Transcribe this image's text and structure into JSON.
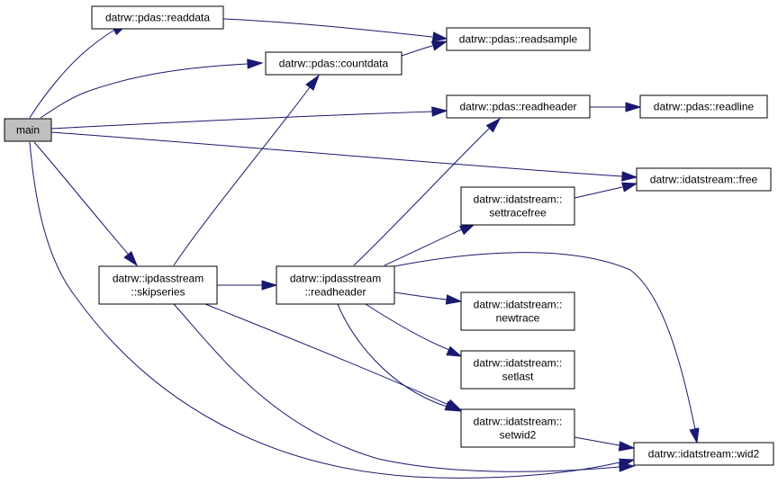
{
  "diagram": {
    "type": "call-graph",
    "edge_color": "#191970",
    "root_fill": "#bfbfbf",
    "node_fill": "#ffffff",
    "nodes": [
      {
        "id": "main",
        "lines": [
          "main"
        ],
        "root": true
      },
      {
        "id": "readdata",
        "lines": [
          "datrw::pdas::readdata"
        ]
      },
      {
        "id": "readsample",
        "lines": [
          "datrw::pdas::readsample"
        ]
      },
      {
        "id": "countdata",
        "lines": [
          "datrw::pdas::countdata"
        ]
      },
      {
        "id": "pdas-readheader",
        "lines": [
          "datrw::pdas::readheader"
        ]
      },
      {
        "id": "readline",
        "lines": [
          "datrw::pdas::readline"
        ]
      },
      {
        "id": "free",
        "lines": [
          "datrw::idatstream::free"
        ]
      },
      {
        "id": "settracefree",
        "lines": [
          "datrw::idatstream::",
          "settracefree"
        ]
      },
      {
        "id": "skipseries",
        "lines": [
          "datrw::ipdasstream",
          "::skipseries"
        ]
      },
      {
        "id": "ipdas-readheader",
        "lines": [
          "datrw::ipdasstream",
          "::readheader"
        ]
      },
      {
        "id": "newtrace",
        "lines": [
          "datrw::idatstream::",
          "newtrace"
        ]
      },
      {
        "id": "setlast",
        "lines": [
          "datrw::idatstream::",
          "setlast"
        ]
      },
      {
        "id": "setwid2",
        "lines": [
          "datrw::idatstream::",
          "setwid2"
        ]
      },
      {
        "id": "wid2",
        "lines": [
          "datrw::idatstream::wid2"
        ]
      }
    ],
    "edges": [
      {
        "from": "main",
        "to": "readdata"
      },
      {
        "from": "main",
        "to": "countdata"
      },
      {
        "from": "main",
        "to": "pdas-readheader"
      },
      {
        "from": "main",
        "to": "free"
      },
      {
        "from": "main",
        "to": "skipseries"
      },
      {
        "from": "main",
        "to": "wid2"
      },
      {
        "from": "readdata",
        "to": "readsample"
      },
      {
        "from": "countdata",
        "to": "readsample"
      },
      {
        "from": "pdas-readheader",
        "to": "readline"
      },
      {
        "from": "settracefree",
        "to": "free"
      },
      {
        "from": "skipseries",
        "to": "countdata"
      },
      {
        "from": "skipseries",
        "to": "ipdas-readheader"
      },
      {
        "from": "skipseries",
        "to": "setwid2"
      },
      {
        "from": "skipseries",
        "to": "wid2"
      },
      {
        "from": "ipdas-readheader",
        "to": "pdas-readheader"
      },
      {
        "from": "ipdas-readheader",
        "to": "settracefree"
      },
      {
        "from": "ipdas-readheader",
        "to": "newtrace"
      },
      {
        "from": "ipdas-readheader",
        "to": "setlast"
      },
      {
        "from": "ipdas-readheader",
        "to": "setwid2"
      },
      {
        "from": "ipdas-readheader",
        "to": "wid2"
      },
      {
        "from": "setwid2",
        "to": "wid2"
      }
    ]
  }
}
